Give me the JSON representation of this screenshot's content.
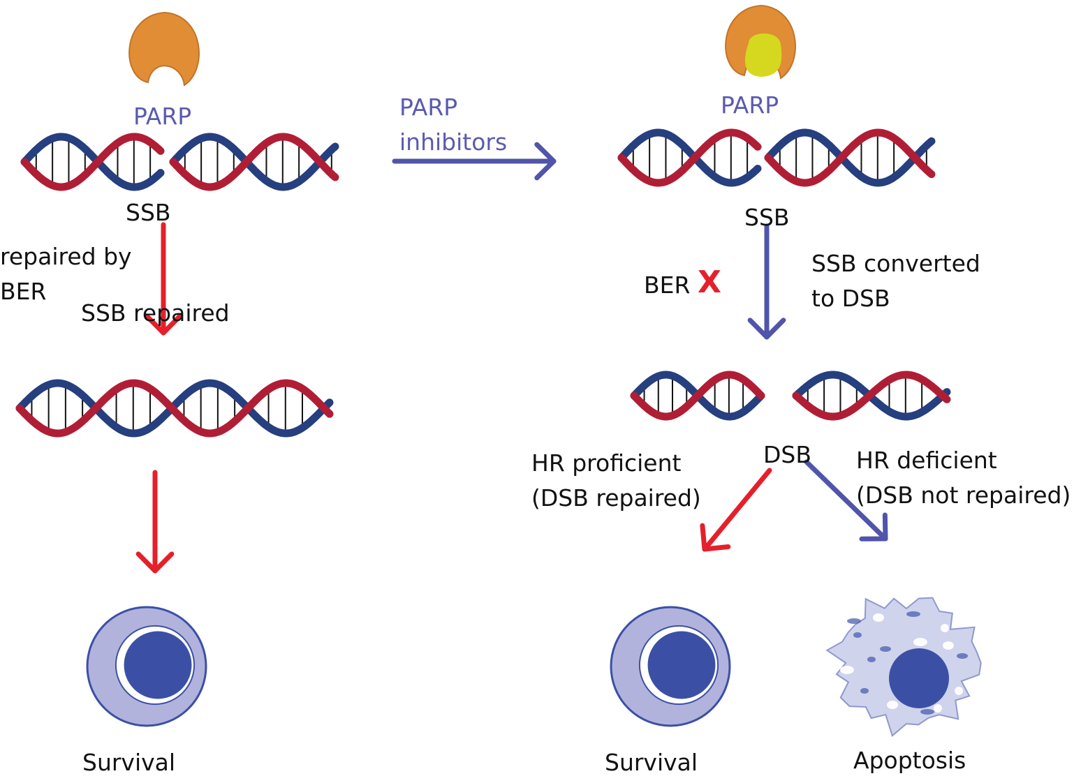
{
  "colors": {
    "dna_red": "#b01e35",
    "dna_blue": "#253f7f",
    "arrow_red": "#e5202a",
    "arrow_blue": "#5054aa",
    "label_purple": "#5a5ab0",
    "parp_orange": "#e08d35",
    "inhibitor_yellow": "#d6d820",
    "cell_fill": "#b2b3dc",
    "cell_nucleus": "#3b50a5",
    "apoptotic_fill": "#cfd3ec"
  },
  "left": {
    "parp_label": "PARP",
    "ssb_label": "SSB",
    "repair_label": "repaired by\nBER",
    "ssb_repaired_label": "SSB repaired",
    "survival_label": "Survival"
  },
  "middle": {
    "inhibitor_label": "PARP\ninhibitors"
  },
  "right": {
    "parp_label": "PARP",
    "ssb_label": "SSB",
    "ber_label": "BER",
    "ber_blocked_mark": "X",
    "conversion_label": "SSB converted\nto DSB",
    "dsb_label": "DSB",
    "hr_proficient_label": "HR proficient\n(DSB repaired)",
    "hr_deficient_label": "HR deficient\n(DSB not repaired)",
    "survival_label": "Survival",
    "apoptosis_label": "Apoptosis"
  }
}
